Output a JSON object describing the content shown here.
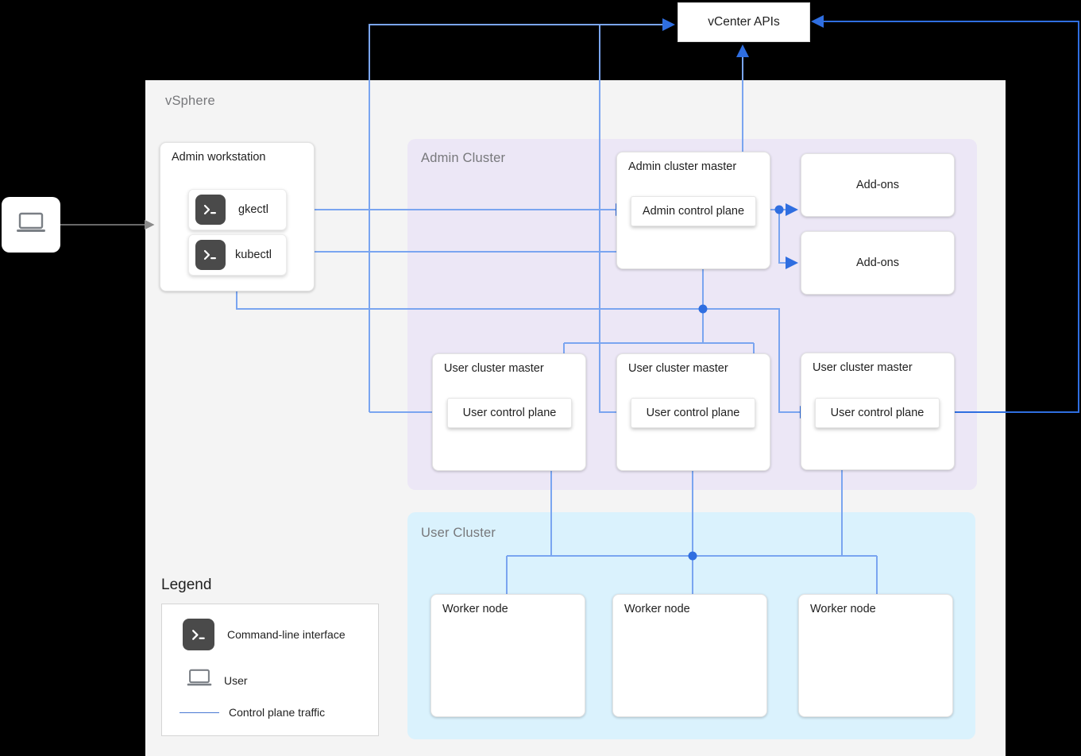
{
  "colors": {
    "wire": "#7aa5f0",
    "wire_strong": "#4a79d4",
    "gray_wire": "#8a8a8a",
    "vsphere_bg": "#f4f4f4",
    "admin_cluster_bg": "#ece7f6",
    "user_cluster_bg": "#daf2fd",
    "cli_icon_bg": "#4a4a4a",
    "zone_label": "#77787b"
  },
  "top": {
    "vcenter_label": "vCenter APIs"
  },
  "zones": {
    "vsphere": "vSphere",
    "admin_cluster": "Admin Cluster",
    "user_cluster": "User Cluster"
  },
  "admin_workstation": {
    "title": "Admin workstation",
    "tools": [
      {
        "label": "gkectl",
        "icon": "terminal-icon"
      },
      {
        "label": "kubectl",
        "icon": "terminal-icon"
      }
    ]
  },
  "admin_cluster": {
    "master_title": "Admin cluster master",
    "control_plane": "Admin control plane",
    "addons": [
      "Add-ons",
      "Add-ons"
    ],
    "user_masters": [
      {
        "title": "User cluster master",
        "control_plane": "User control plane"
      },
      {
        "title": "User cluster master",
        "control_plane": "User control plane"
      },
      {
        "title": "User cluster master",
        "control_plane": "User control plane"
      }
    ]
  },
  "user_cluster": {
    "workers": [
      "Worker node",
      "Worker node",
      "Worker node"
    ]
  },
  "legend": {
    "title": "Legend",
    "items": [
      {
        "label": "Command-line interface",
        "icon": "terminal-icon"
      },
      {
        "label": "User",
        "icon": "laptop-icon"
      },
      {
        "label": "Control plane traffic",
        "icon": "line-swatch"
      }
    ]
  },
  "user_actor": {
    "icon": "laptop-icon"
  }
}
